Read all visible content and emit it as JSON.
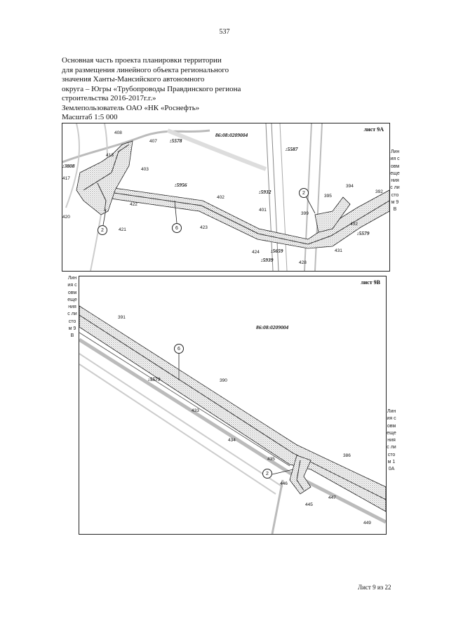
{
  "page_number": "537",
  "header_lines": [
    "Основная часть проекта планировки территории",
    "для размещения линейного объекта регионального",
    "значения Ханты-Мансийского автономного",
    "округа – Югры «Трубопроводы Правдинского региона",
    "строительства 2016-2017г.г.»",
    "Землепользователь ОАО «НК «Роснефть»",
    "Масштаб 1:5 000"
  ],
  "sheet_a": {
    "label": "лист 9А",
    "cadastral_block": "86:08:0209004",
    "cadastral_parcels": [
      ":5578",
      ":5587",
      ":3808",
      ":5956",
      ":5932",
      ":5659",
      ":5939",
      ":5579"
    ],
    "point_labels": [
      "408",
      "407",
      "413",
      "403",
      "417",
      "422",
      "402",
      "420",
      "421",
      "423",
      "401",
      "424",
      "399",
      "395",
      "394",
      "392",
      "432",
      "431",
      "428"
    ],
    "circle_labels": [
      "2",
      "6",
      "2"
    ]
  },
  "sheet_b": {
    "label": "лист 9В",
    "cadastral_block": "86:08:0209004",
    "cadastral_parcels": [
      ":5579"
    ],
    "point_labels": [
      "391",
      "390",
      "433",
      "434",
      "435",
      "386",
      "446",
      "447",
      "445",
      "449"
    ],
    "circle_labels": [
      "6",
      "2"
    ]
  },
  "match_lines": {
    "right_of_a": "Линия совмещения с листом 9В",
    "left_of_b": "Линия совмещения с листом 9В",
    "right_of_b": "Линия совмещения с листом 10А"
  },
  "footer": "Лист 9 из 22"
}
